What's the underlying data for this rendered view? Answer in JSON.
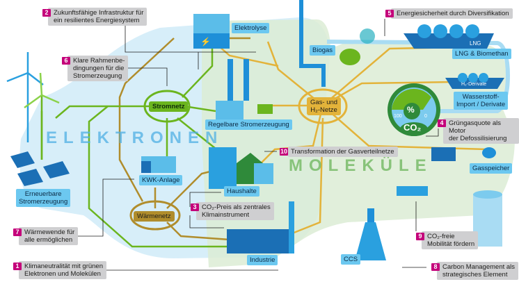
{
  "colors": {
    "electron_line": "#6bb51e",
    "gas_line": "#e3b33a",
    "heat_line": "#b08d2c",
    "electron_area": "#d7eef9",
    "molecule_area": "#dcecd5",
    "badge": "#c4007a",
    "callout_bg": "#cfcfd1",
    "node_label": "#6cc8f0"
  },
  "areas": {
    "electrons": "ELEKTRONEN",
    "molecules": "MOLEKÜLE"
  },
  "nodes": {
    "elektrolyse": "Elektrolyse",
    "biogas": "Biogas",
    "lng": "LNG & Biomethan",
    "lng_ship": "LNG",
    "h2_ship": "H₂-Derivate",
    "h2_import": "Wasserstoff-\nImport / Derivate",
    "gasnetze": "Gas- und\nH₂-Netze",
    "stromnetz": "Stromnetz",
    "regelbar": "Regelbare Stromerzeugung",
    "kwk": "KWK-Anlage",
    "erneuerbar": "Erneuerbare\nStromerzeugung",
    "waermenetz": "Wärmenetz",
    "haushalte": "Haushalte",
    "industrie": "Industrie",
    "ccs": "CCS",
    "gasspeicher": "Gasspeicher"
  },
  "gauge": {
    "unit": "%",
    "min_label": "100",
    "max_label": "0",
    "label": "CO₂"
  },
  "callouts": [
    {
      "num": "1",
      "text": "Klimaneutralität mit grünen\nElektronen und Molekülen"
    },
    {
      "num": "2",
      "text": "Zukunftsfähige Infrastruktur für\nein resilientes Energiesystem"
    },
    {
      "num": "3",
      "text": "CO₂-Preis als zentrales\nKlimainstrument"
    },
    {
      "num": "4",
      "text": "Grüngasquote als Motor\nder Defossilisierung"
    },
    {
      "num": "5",
      "text": "Energiesicherheit durch Diversifikation"
    },
    {
      "num": "6",
      "text": "Klare Rahmenbe-\ndingungen für die\nStromerzeugung"
    },
    {
      "num": "7",
      "text": "Wärmewende für\nalle ermöglichen"
    },
    {
      "num": "8",
      "text": "Carbon Management als\nstrategisches Element"
    },
    {
      "num": "9",
      "text": "CO₂-freie\nMobilität fördern"
    },
    {
      "num": "10",
      "text": "Transformation der Gasverteilnetze"
    }
  ]
}
